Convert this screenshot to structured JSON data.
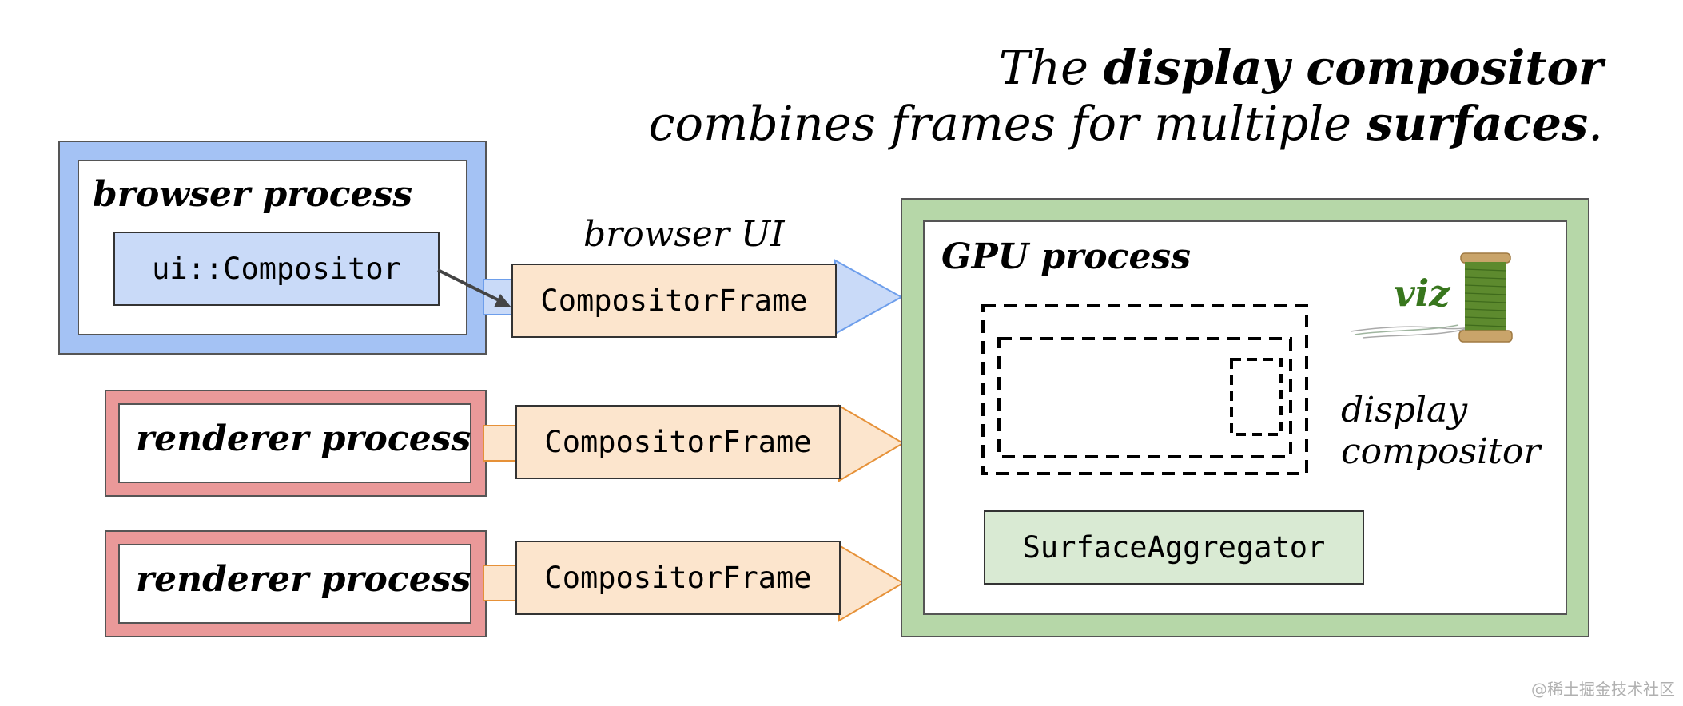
{
  "title": {
    "line1_prefix": "The ",
    "line1_bold": "display compositor",
    "line2_prefix": "combines frames for multiple ",
    "line2_bold": "surfaces",
    "line2_suffix": "."
  },
  "browser": {
    "label": "browser process",
    "compositor": "ui::Compositor",
    "frame_caption": "browser UI",
    "frame": "CompositorFrame"
  },
  "renderers": [
    {
      "label": "renderer process",
      "frame": "CompositorFrame"
    },
    {
      "label": "renderer process",
      "frame": "CompositorFrame"
    }
  ],
  "gpu": {
    "label": "GPU process",
    "logo_text": "viz",
    "compositor_label_1": "display",
    "compositor_label_2": "compositor",
    "aggregator": "SurfaceAggregator"
  },
  "colors": {
    "browser_fill": "#a4c2f4",
    "browser_inner_fill": "#c9daf8",
    "renderer_fill": "#ea9999",
    "frame_fill": "#fce5cd",
    "blue_arrow": "#c9daf8",
    "orange_arrow": "#fce5cd",
    "gpu_fill": "#b6d7a8",
    "aggregator_fill": "#d9ead3",
    "viz_green": "#38761d"
  },
  "watermark": "@稀土掘金技术社区"
}
